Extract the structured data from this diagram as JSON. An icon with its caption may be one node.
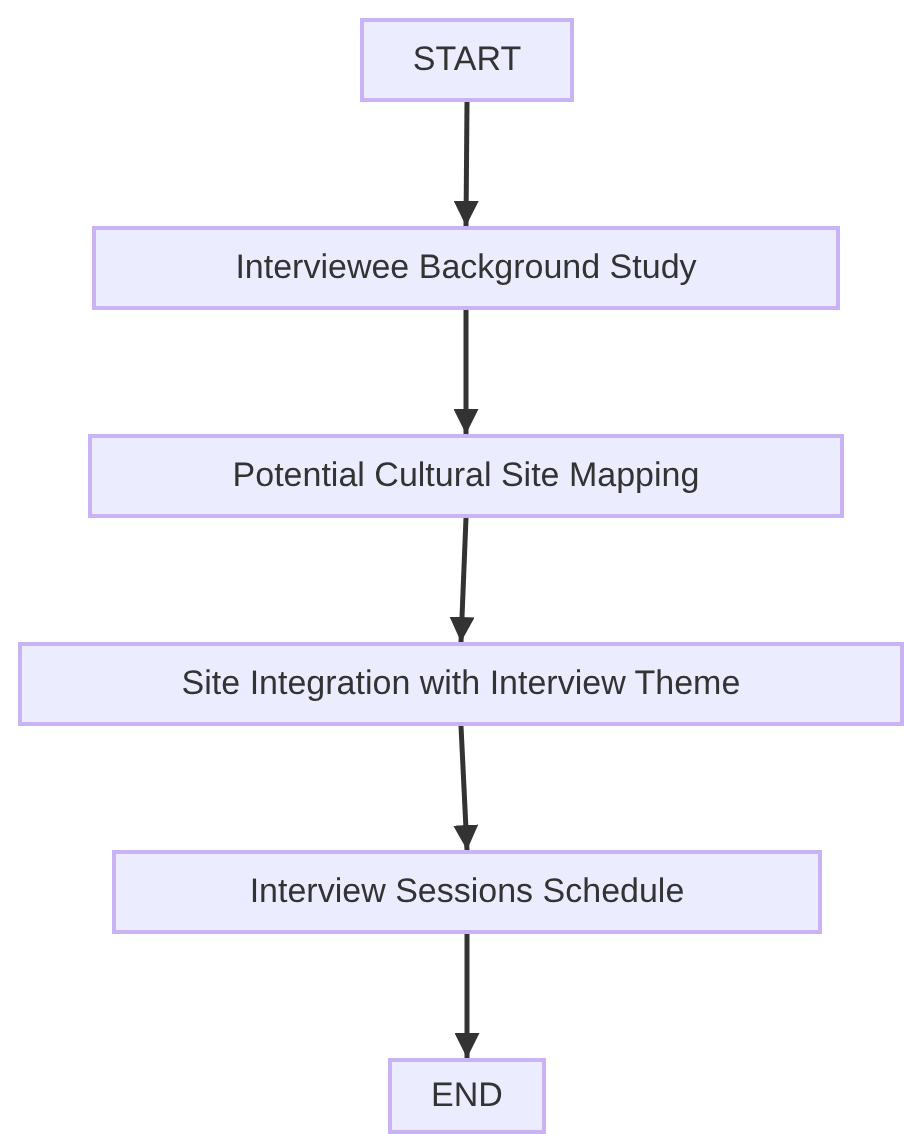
{
  "diagram": {
    "nodes": [
      {
        "text": [
          "START"
        ]
      },
      {
        "text": [
          "Interviewee Background Study"
        ]
      },
      {
        "text": [
          "Potential Cultural Site Mapping"
        ]
      },
      {
        "text": [
          "Site Integration with Interview Theme"
        ]
      },
      {
        "text": [
          "Interview Sessions Schedule"
        ]
      },
      {
        "text": [
          "END"
        ]
      }
    ],
    "edges": [
      {
        "from": 0,
        "to": 1,
        "arrow": "to"
      },
      {
        "from": 1,
        "to": 2,
        "arrow": "to"
      },
      {
        "from": 2,
        "to": 3,
        "arrow": "to"
      },
      {
        "from": 3,
        "to": 4,
        "arrow": "to"
      },
      {
        "from": 4,
        "to": 5,
        "arrow": "to"
      }
    ]
  }
}
